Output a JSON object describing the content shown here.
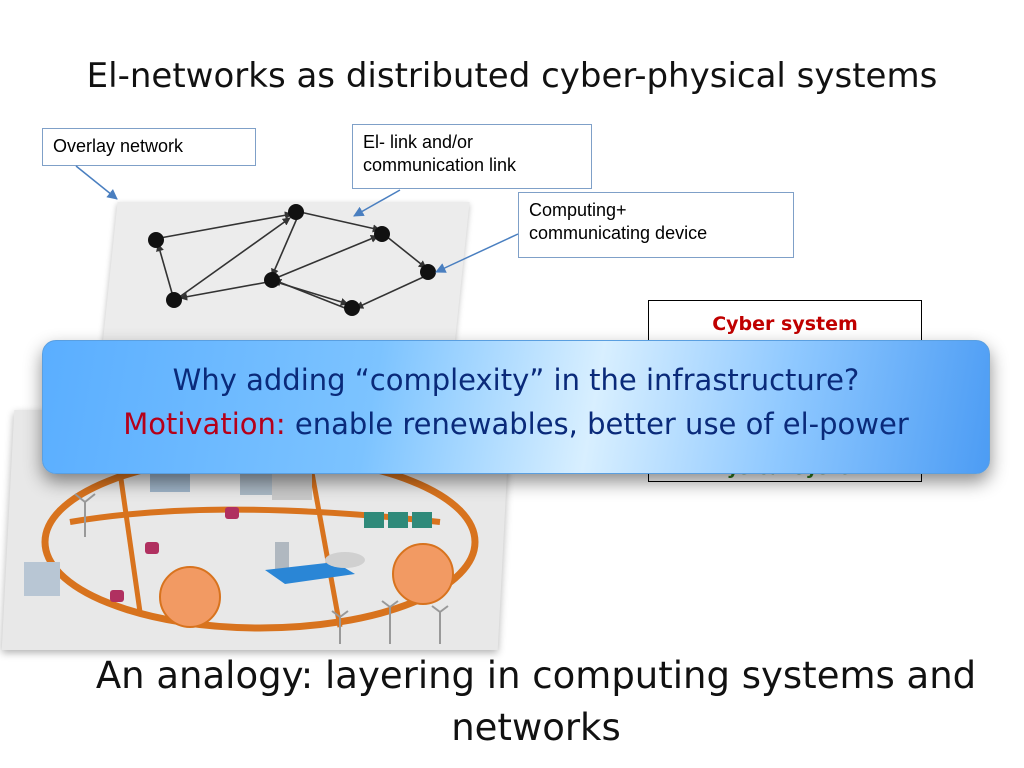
{
  "slide": {
    "title": "El-networks as distributed cyber-physical systems",
    "bottom_heading": "An analogy: layering in computing systems and networks"
  },
  "callouts": {
    "overlay_network": "Overlay network",
    "link_line1": "El- link and/or",
    "link_line2": "communication link",
    "device_line1": "Computing+",
    "device_line2": "communicating device"
  },
  "system_box": {
    "cyber_label": "Cyber system",
    "physical_label": "Physical system"
  },
  "banner": {
    "question": "Why adding “complexity” in the infrastructure?",
    "motivation_label": "Motivation:",
    "motivation_text": " enable renewables, better use of el-power"
  },
  "colors": {
    "cyber": "#c00000",
    "physical": "#2f7d1f",
    "banner_text": "#0a2a7a",
    "motivation": "#b5001a",
    "grid_line": "#d8731e",
    "callout_border": "#7fa0c8"
  },
  "icons": [
    "network-node-icon",
    "wind-turbine-icon",
    "building-icon",
    "factory-icon",
    "storage-tank-icon",
    "electric-car-icon",
    "solar-panel-icon",
    "power-plant-icon"
  ]
}
